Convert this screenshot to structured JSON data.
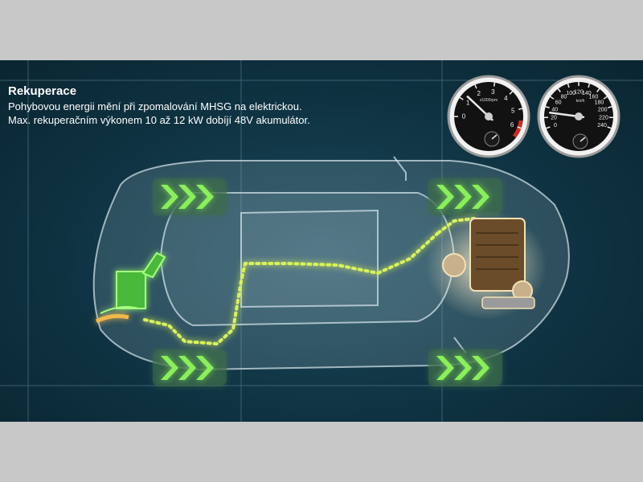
{
  "caption": {
    "title": "Rekuperace",
    "line1": "Pohybovou energii mění při zpomalování MHSG na elektrickou.",
    "line2": "Max. rekuperačním výkonem 10 až 12 kW dobíjí 48V akumulátor."
  },
  "tachometer": {
    "unit": "x1000rpm",
    "ticks": [
      "0",
      "1",
      "2",
      "3",
      "4",
      "5",
      "6"
    ],
    "needle_value": 1.3
  },
  "speedometer": {
    "unit": "km/h",
    "ticks": [
      "0",
      "20",
      "40",
      "60",
      "80",
      "100",
      "120",
      "140",
      "160",
      "180",
      "200",
      "220",
      "240"
    ],
    "needle_value": 30
  },
  "colors": {
    "background": "#0f3342",
    "car_outline": "#cfe3ea",
    "energy_flow": "#d8f25a",
    "wheel_glow": "#7ee84a",
    "battery": "#49b93a",
    "engine_glow": "#f4e6c0"
  }
}
